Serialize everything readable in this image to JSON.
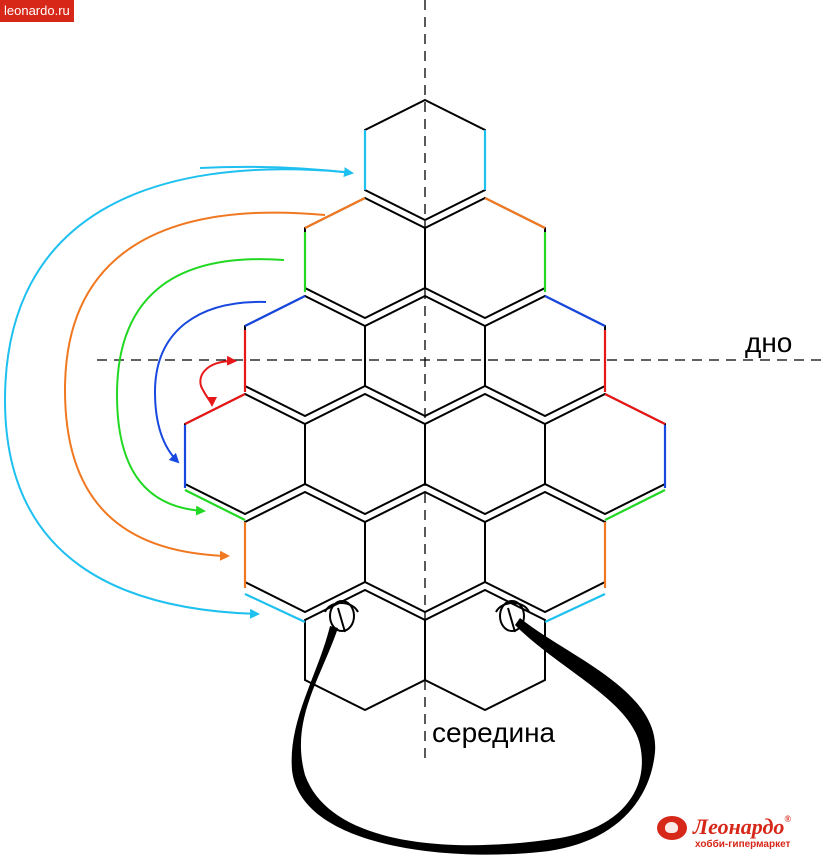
{
  "watermark": {
    "text": "leonardo.ru"
  },
  "labels": {
    "bottom": "дно",
    "middle": "середина"
  },
  "logo": {
    "name": "Леонардо",
    "tagline": "хобби-гипермаркет"
  },
  "colors": {
    "outline": "#000000",
    "cyan": "#1ec0ef",
    "orange": "#f07820",
    "green": "#22d822",
    "blue": "#1848e0",
    "red": "#e81818",
    "brand": "#d62718"
  },
  "grid": {
    "rows": [
      {
        "centers_x": [
          425
        ]
      },
      {
        "centers_x": [
          365,
          485
        ]
      },
      {
        "centers_x": [
          305,
          425,
          545
        ]
      },
      {
        "centers_x": [
          245,
          365,
          485,
          605
        ]
      },
      {
        "centers_x": [
          305,
          425,
          545
        ]
      },
      {
        "centers_x": [
          365,
          485
        ]
      }
    ]
  }
}
